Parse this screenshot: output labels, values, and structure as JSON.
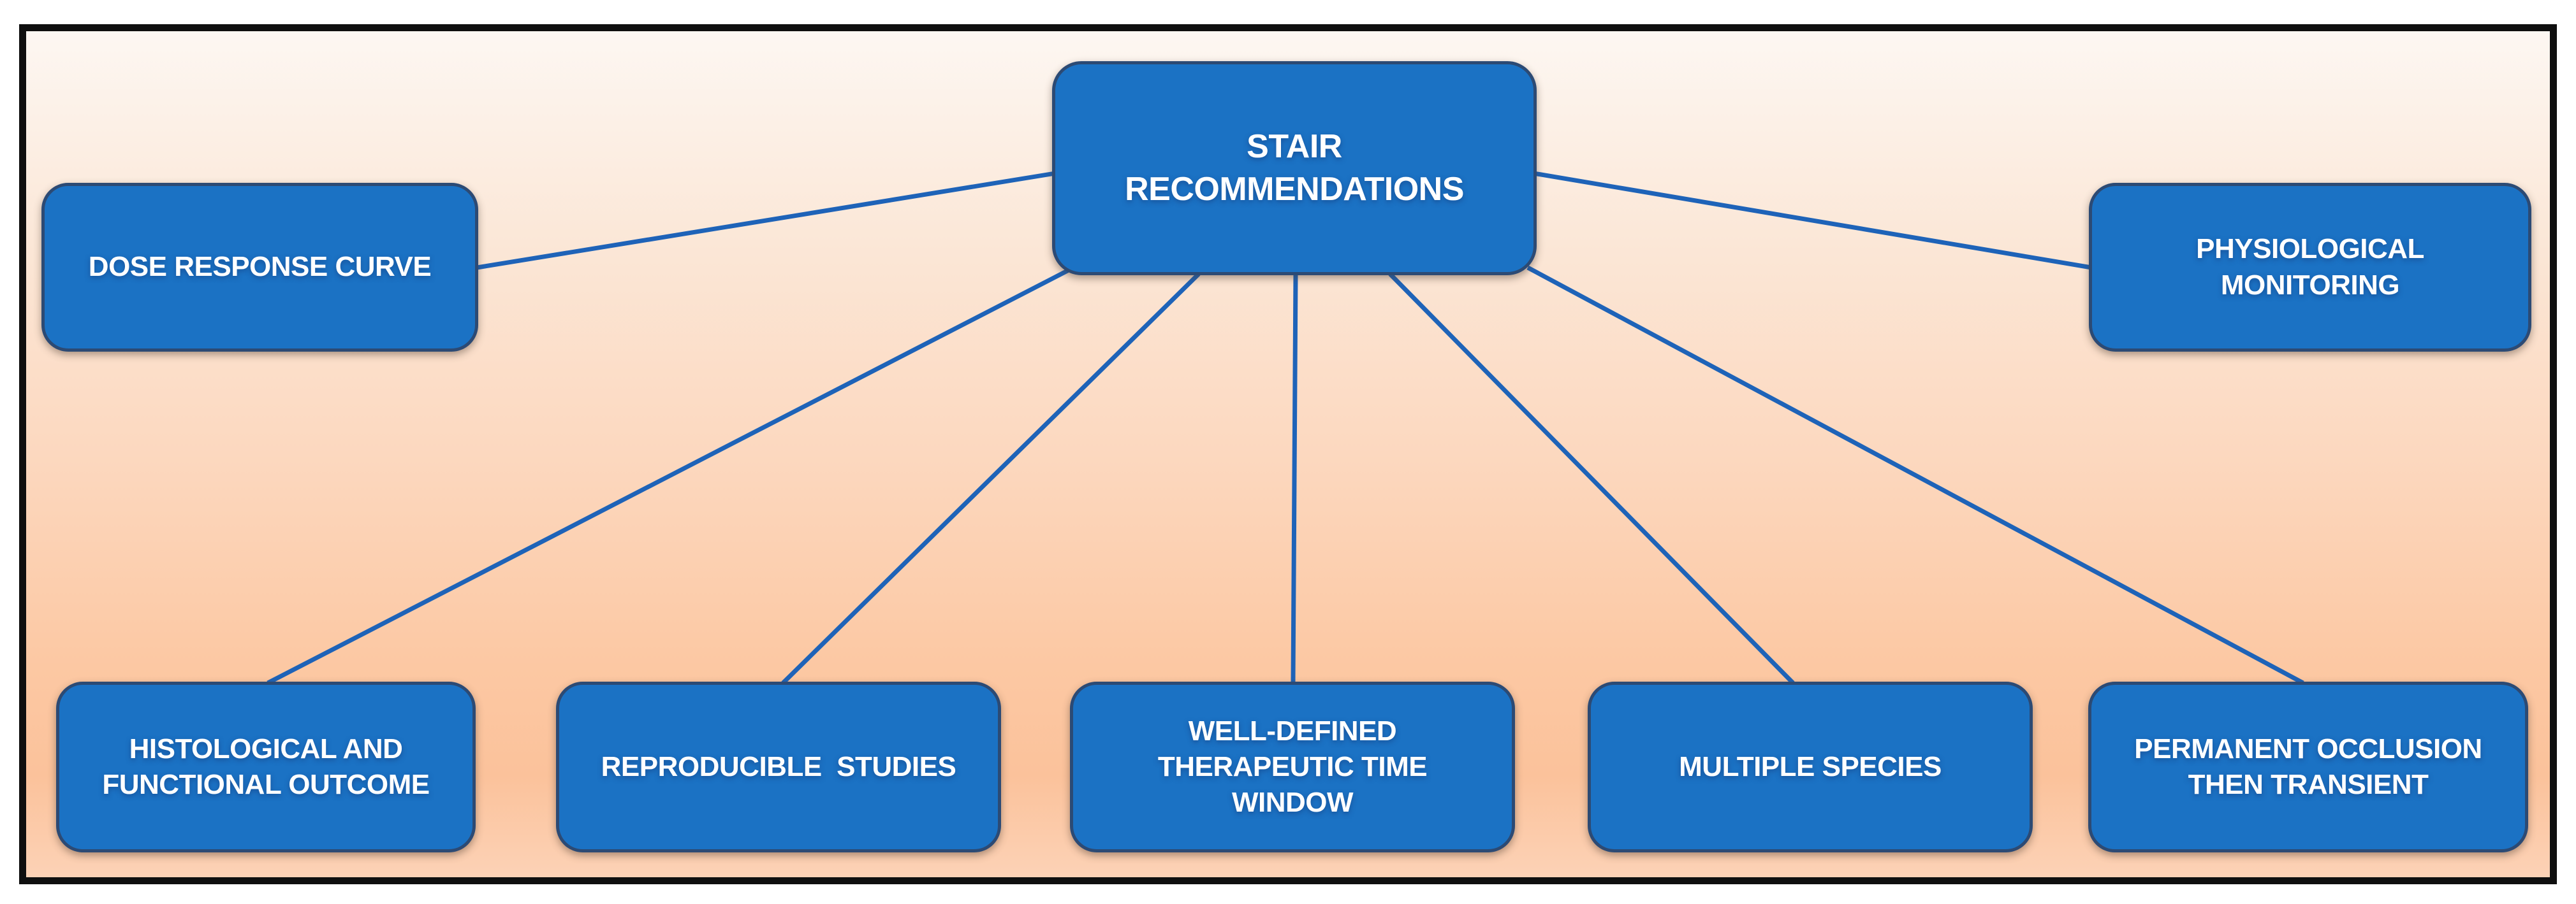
{
  "figure": {
    "type": "mind-map-diagram",
    "title": "STAIR RECOMMENDATIONS",
    "nodes": {
      "stair": {
        "label": "STAIR RECOMMENDATIONS",
        "role": "central"
      },
      "dose": {
        "label": "DOSE RESPONSE CURVE"
      },
      "physio": {
        "label": "PHYSIOLOGICAL\nMONITORING"
      },
      "histo": {
        "label": "HISTOLOGICAL AND\nFUNCTIONAL OUTCOME"
      },
      "repro": {
        "label": "REPRODUCIBLE  STUDIES"
      },
      "window": {
        "label": "WELL-DEFINED\nTHERAPEUTIC TIME\nWINDOW"
      },
      "species": {
        "label": "MULTIPLE SPECIES"
      },
      "occlusion": {
        "label": "PERMANENT OCCLUSION\nTHEN TRANSIENT"
      }
    },
    "edges": [
      {
        "from": "stair",
        "to": "dose"
      },
      {
        "from": "stair",
        "to": "physio"
      },
      {
        "from": "stair",
        "to": "histo"
      },
      {
        "from": "stair",
        "to": "repro"
      },
      {
        "from": "stair",
        "to": "window"
      },
      {
        "from": "stair",
        "to": "species"
      },
      {
        "from": "stair",
        "to": "occlusion"
      }
    ],
    "colors": {
      "node_fill": "#1b72c4",
      "node_border": "#2c4a74",
      "node_text": "#ffffff",
      "connector": "#1e63b8",
      "frame": "#0f0f0f",
      "background_top": "#fdf7f2",
      "background_bottom": "#fcd2b6"
    }
  }
}
